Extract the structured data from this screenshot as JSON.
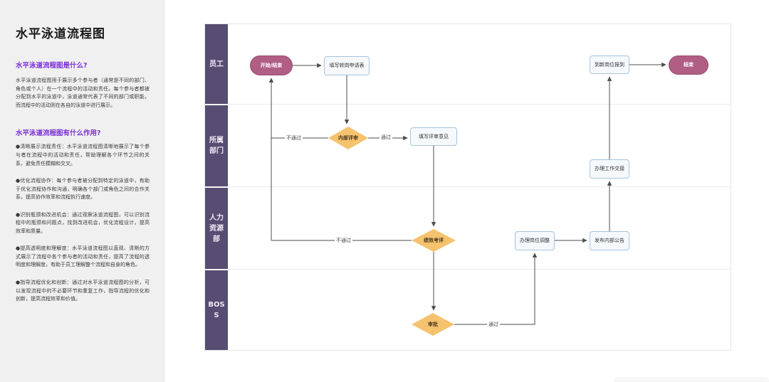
{
  "sidebar": {
    "title": "水平泳道流程图",
    "section_what": {
      "heading": "水平泳道流程图是什么?",
      "body": "水平泳道流程图用于展示多个参与者（通常是不同的部门、角色或个人）在一个流程中的活动和责任。每个参与者都被分配到水平的泳道中，泳道通常代表了不同的部门或职能，而流程中的活动则在各自的泳道中进行展示。"
    },
    "section_use": {
      "heading": "水平泳道流程图有什么作用?",
      "bullets": [
        "●清晰展示流程责任：水平泳道流程图清晰地展示了每个参与者在流程中的活动和责任，帮助理解各个环节之间的关系，避免责任模糊和交叉。",
        "●优化流程协作：每个参与者被分配到特定的泳道中，有助于优化流程协作和沟通，明确各个部门或角色之间的合作关系，提高协作效率和流程执行速度。",
        "●识别瓶颈和改进机会：通过观察泳道流程图，可以识别流程中的瓶颈和问题点，找到改进机会，优化流程设计，提高效率和质量。",
        "●提高透明度和理解度：水平泳道流程图以直观、清晰的方式展示了流程中各个参与者的活动和责任，提高了流程的透明度和理解度，有助于员工理解整个流程和自身的角色。",
        "●指导流程优化和创新：通过对水平泳道流程图的分析，可以发现流程中的不必要环节和重复工作，指导流程的优化和创新，提高流程效率和价值。"
      ]
    }
  },
  "diagram": {
    "lanes": [
      {
        "label": "员工"
      },
      {
        "label": "所属部门"
      },
      {
        "label": "人力资源部"
      },
      {
        "label": "BOSS"
      }
    ],
    "nodes": [
      {
        "id": "start",
        "type": "start-end",
        "label": "开始/结束"
      },
      {
        "id": "fill-form",
        "type": "process",
        "label": "填写转岗申请表"
      },
      {
        "id": "report-new-post",
        "type": "process",
        "label": "到新岗位报到"
      },
      {
        "id": "end",
        "type": "end",
        "label": "结束"
      },
      {
        "id": "internal-review",
        "type": "decision",
        "label": "内部评审"
      },
      {
        "id": "write-opinion",
        "type": "process",
        "label": "填写评审意见"
      },
      {
        "id": "work-handover",
        "type": "process",
        "label": "办理工作交接"
      },
      {
        "id": "perf-eval",
        "type": "decision",
        "label": "绩效考评"
      },
      {
        "id": "post-adjust",
        "type": "process",
        "label": "办理岗位调整"
      },
      {
        "id": "publish-notice",
        "type": "process",
        "label": "发布内部公告"
      },
      {
        "id": "approval",
        "type": "decision",
        "label": "审批"
      }
    ],
    "edge_labels": [
      {
        "id": "review-fail",
        "label": "不通过"
      },
      {
        "id": "review-pass",
        "label": "通过"
      },
      {
        "id": "eval-fail",
        "label": "不通过"
      },
      {
        "id": "approve-pass",
        "label": "通过"
      }
    ],
    "colors": {
      "lane_header": "#574d72",
      "start_end_fill": "#b15e85",
      "decision_fill": "#f5c26e",
      "process_border": "#a9c3da",
      "connector": "#4d4d4d",
      "accent_purple": "#7a2fd8"
    }
  }
}
